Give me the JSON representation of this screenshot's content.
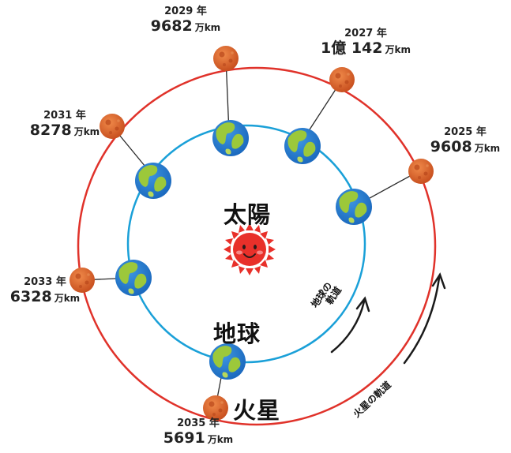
{
  "labels": {
    "sun": "太陽",
    "earth": "地球",
    "mars": "火星",
    "earth_orbit": "地球の",
    "earth_orbit_2": "軌道",
    "mars_orbit": "火星の軌道"
  },
  "approaches": [
    {
      "year": "2025 年",
      "distance": "9608",
      "unit": "万km"
    },
    {
      "year": "2027 年",
      "distance": "1億 142",
      "unit": "万km"
    },
    {
      "year": "2029 年",
      "distance": "9682",
      "unit": "万km"
    },
    {
      "year": "2031 年",
      "distance": "8278",
      "unit": "万km"
    },
    {
      "year": "2033 年",
      "distance": "6328",
      "unit": "万km"
    },
    {
      "year": "2035 年",
      "distance": "5691",
      "unit": "万km"
    }
  ],
  "colors": {
    "earth_orbit": "#1aa0d8",
    "mars_orbit": "#e0322a",
    "sun": "#e8302a",
    "mars": "#d9642a",
    "earth_ocean": "#2a7fd0",
    "earth_land": "#9cc83a"
  }
}
